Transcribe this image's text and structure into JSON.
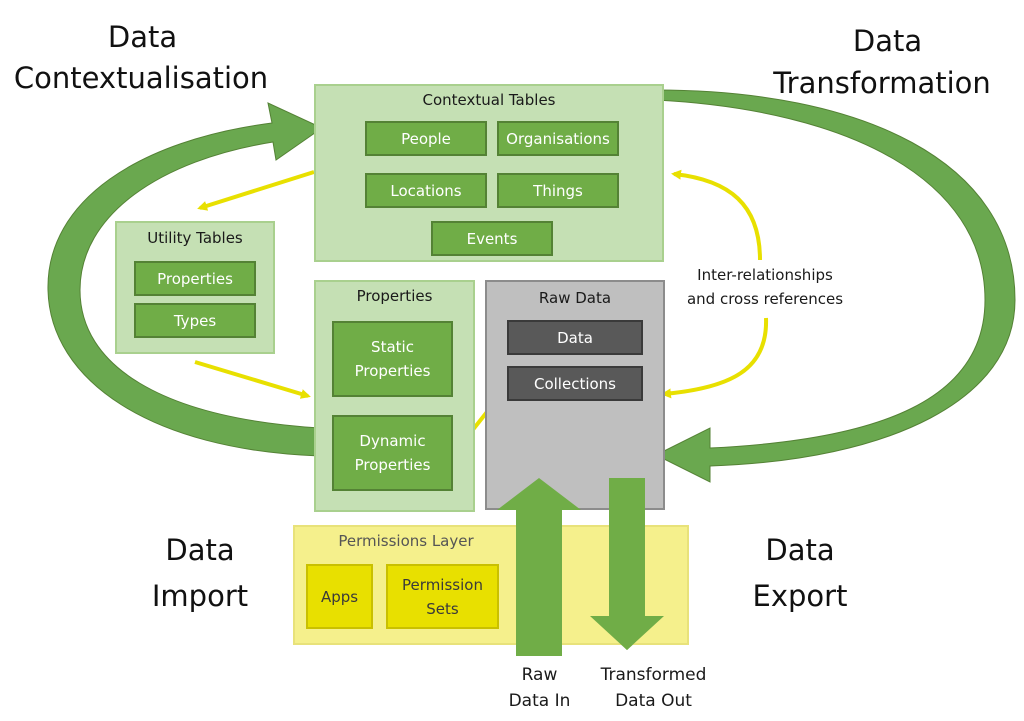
{
  "corner_labels": {
    "contextualisation": [
      "Data",
      "Contextualisation"
    ],
    "transformation": [
      "Data",
      "Transformation"
    ],
    "import": [
      "Data",
      "Import"
    ],
    "export": [
      "Data",
      "Export"
    ]
  },
  "contextual_tables": {
    "title": "Contextual Tables",
    "items": [
      "People",
      "Organisations",
      "Locations",
      "Things",
      "Events"
    ]
  },
  "utility_tables": {
    "title": "Utility Tables",
    "items": [
      "Properties",
      "Types"
    ]
  },
  "properties": {
    "title": "Properties",
    "static": [
      "Static",
      "Properties"
    ],
    "dynamic": [
      "Dynamic",
      "Properties"
    ]
  },
  "raw_data": {
    "title": "Raw Data",
    "items": [
      "Data",
      "Collections"
    ]
  },
  "permissions": {
    "title": "Permissions Layer",
    "apps": "Apps",
    "sets": [
      "Permission",
      "Sets"
    ]
  },
  "relationships_note": [
    "Inter-relationships",
    "and cross references"
  ],
  "flow_labels": {
    "raw_in": [
      "Raw",
      "Data In"
    ],
    "transformed_out": [
      "Transformed",
      "Data Out"
    ]
  },
  "colors": {
    "panel_green": "#c5e0b4",
    "box_green": "#70ad47",
    "arrow_green": "#6aa84f",
    "raw_grey": "#bfbfbf",
    "dark_box": "#595959",
    "permissions_yellow": "#f5f08c",
    "connector_yellow": "#e8e000"
  }
}
